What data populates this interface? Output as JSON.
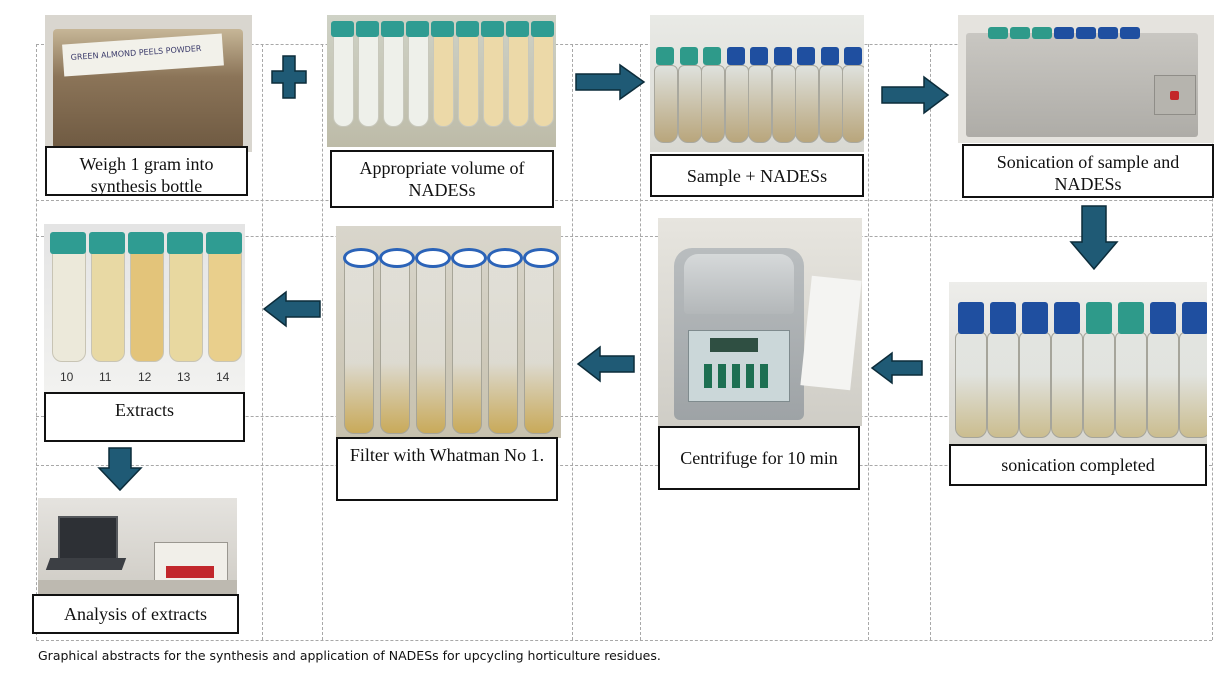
{
  "diagram": {
    "steps": [
      {
        "id": "weigh",
        "text": "Weigh 1 gram into synthesis bottle",
        "photo": "sample-bag-photo"
      },
      {
        "id": "nadess",
        "text": "Appropriate volume of NADESs",
        "photo": "nadess-tubes-photo"
      },
      {
        "id": "sample",
        "text": "Sample + NADESs",
        "photo": "bottles-photo"
      },
      {
        "id": "sonication",
        "text": "Sonication of sample and NADESs",
        "photo": "sonicator-bath-photo"
      },
      {
        "id": "sonication_done",
        "text": "sonication completed",
        "photo": "sonicated-bottles-photo"
      },
      {
        "id": "centrifuge",
        "text": "Centrifuge for 10 min",
        "photo": "centrifuge-photo"
      },
      {
        "id": "filter",
        "text": "Filter with Whatman No 1.",
        "photo": "filter-tubes-photo"
      },
      {
        "id": "extracts",
        "text": "Extracts",
        "photo": "extract-tubes-photo"
      },
      {
        "id": "analysis",
        "text": "Analysis of extracts",
        "photo": "analysis-instrument-photo"
      }
    ],
    "bag_label": "GREEN ALMOND PEELS POWDER",
    "tube_numbers": [
      "10",
      "11",
      "12",
      "13",
      "14"
    ],
    "caption": "Graphical abstracts for the synthesis and application of NADESs for upcycling horticulture residues.",
    "colors": {
      "arrow": "#1f5a75",
      "border": "#111111",
      "grid": "#a8a8a8"
    }
  }
}
